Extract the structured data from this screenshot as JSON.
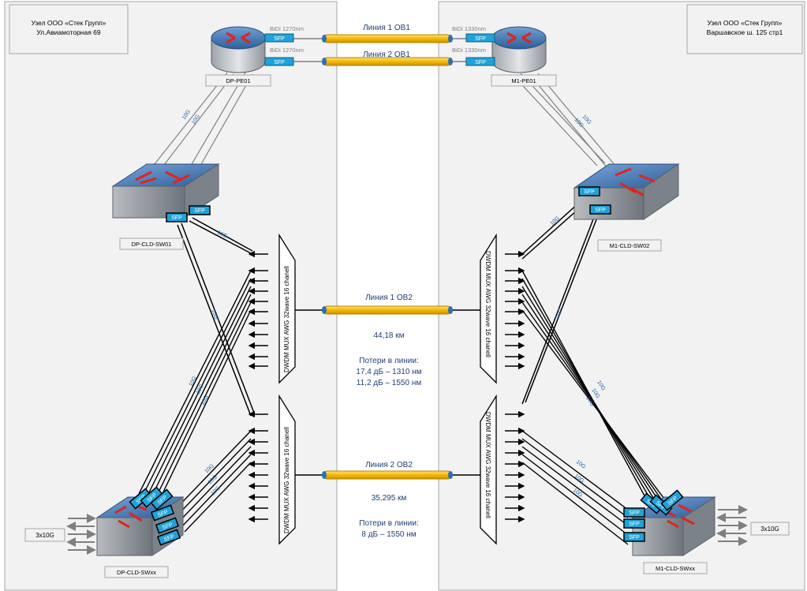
{
  "sites": {
    "left": {
      "name": "Узел ООО «Стек Групп»",
      "address": "Ул.Авиамоторная 69"
    },
    "right": {
      "name": "Узел ООО «Стек Групп»",
      "address": "Варшавское ш. 125 стр1"
    }
  },
  "devices": {
    "dp_pe01": "DP-PE01",
    "m1_pe01": "M1-PE01",
    "dp_cld_sw01": "DP-CLD-SW01",
    "m1_cld_sw02": "M1-CLD-SW02",
    "dp_cld_swxx": "DP-CLD-SWxx",
    "m1_cld_swxx": "M1-CLD-SWxx"
  },
  "uplinks": {
    "left": "3x10G",
    "right": "3x10G"
  },
  "sfp_label": "SFP",
  "link_speed": "10G",
  "bidi": {
    "left_1": "BiDi 1270nm",
    "left_2": "BiDi 1270nm",
    "right_1": "BiDi 1330nm",
    "right_2": "BiDi 1330nm"
  },
  "ob1": {
    "line1": "Линия 1 ОВ1",
    "line2": "Линия 2 ОВ1"
  },
  "mux_label": "DWDM MUX  AWG 32wave 16  chanell",
  "ob2_line1": {
    "label": "Линия 1 ОВ2",
    "distance": "44,18 км",
    "loss_title": "Потери в линии:",
    "loss_1": "17,4 дБ – 1310 нм",
    "loss_2": "11,2 дБ – 1550 нм"
  },
  "ob2_line2": {
    "label": "Линия 2 ОВ2",
    "distance": "35,295 км",
    "loss_title": "Потери в линии:",
    "loss_1": "8 дБ – 1550 нм"
  },
  "colors": {
    "fiber": "#f5b800",
    "sfp": "#1fa3d8",
    "switch": "#3c6ea8",
    "arrow": "#e0231f",
    "panel": "#f2f2f2"
  }
}
